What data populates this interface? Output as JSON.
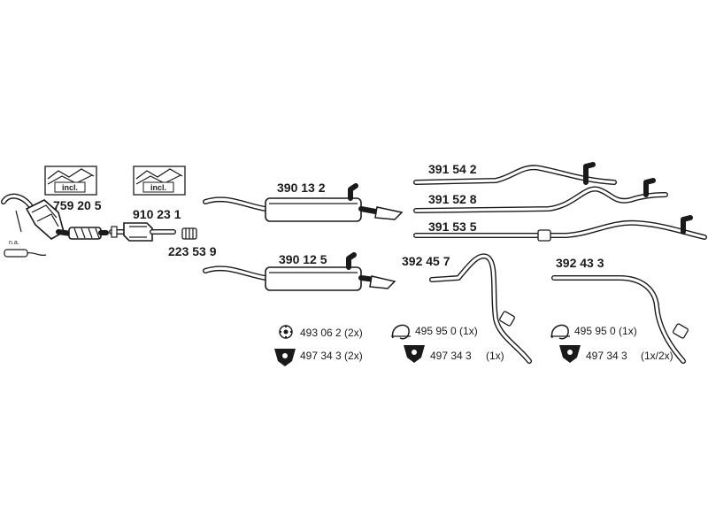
{
  "parts": {
    "p759205": "759 20 5",
    "p910231": "910 23 1",
    "p223539": "223 53 9",
    "p390132": "390 13 2",
    "p390125": "390 12 5",
    "p391542": "391 54 2",
    "p391528": "391 52 8",
    "p391535": "391 53 5",
    "p392457": "392 45 7",
    "p392433": "392 43 3"
  },
  "incl_label": "incl.",
  "na_label": "n.a.",
  "fittings": {
    "set_a": {
      "ring": "493 06 2 (2x)",
      "hanger": "497 34 3 (2x)"
    },
    "set_b": {
      "clamp": "495 95 0 (1x)",
      "hanger": "497 34 3",
      "hanger_qty": "(1x)"
    },
    "set_c": {
      "clamp": "495 95 0 (1x)",
      "hanger": "497 34 3",
      "hanger_qty": "(1x/2x)"
    }
  },
  "colors": {
    "ink": "#1a1a1a",
    "shade": "#cfcfcf",
    "paper": "#ffffff"
  }
}
